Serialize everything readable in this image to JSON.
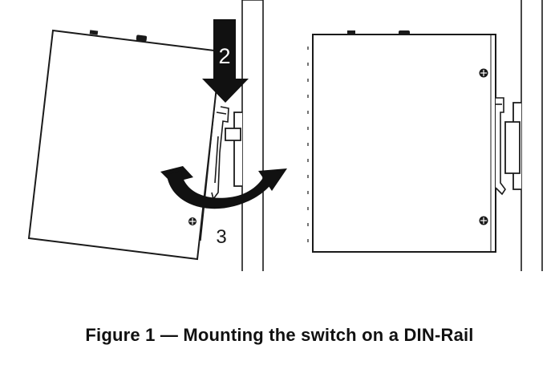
{
  "caption": "Figure 1 — Mounting the switch on a DIN-Rail",
  "step_labels": {
    "step_2": "2",
    "step_3": "3"
  },
  "colors": {
    "line": "#1a1a1a",
    "arrow_fill": "#111111",
    "background": "#ffffff"
  }
}
